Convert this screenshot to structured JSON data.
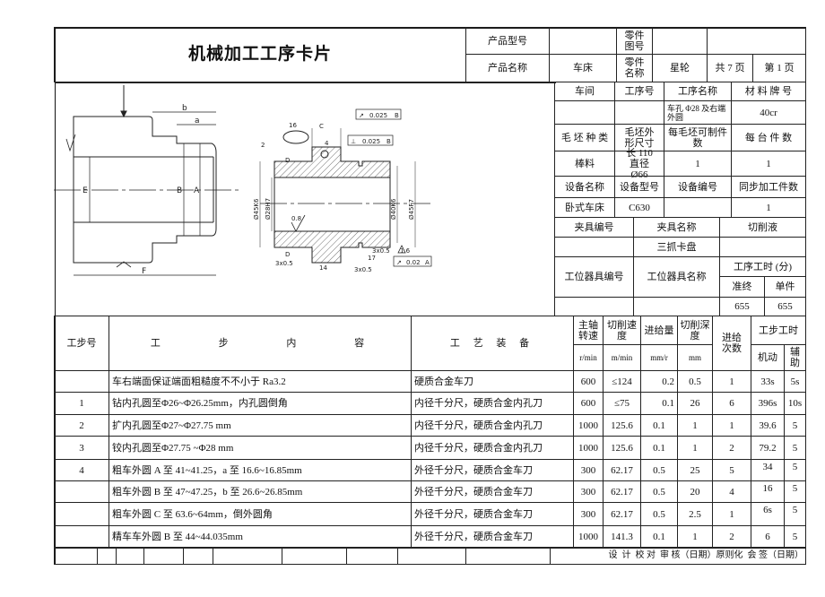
{
  "header": {
    "title": "机械加工工序卡片",
    "product_model_label": "产品型号",
    "product_model": "",
    "part_drawing_no_label": "零件图号",
    "part_drawing_no": "",
    "product_name_label": "产品名称",
    "product_name": "车床",
    "part_name_label": "零件名称",
    "part_name": "星轮",
    "total_pages": "共 7 页",
    "page": "第 1 页"
  },
  "info": {
    "workshop_label": "车间",
    "process_no_label": "工序号",
    "process_name_label": "工序名称",
    "material_label": "材 料 牌 号",
    "workshop": "",
    "process_no": "",
    "process_name": "车孔 Φ28 及右端外圆",
    "material": "40cr",
    "blank_type_label": "毛 坯 种 类",
    "blank_size_label": "毛坯外形尺寸",
    "parts_per_blank_label": "每毛坯可制件数",
    "parts_per_unit_label": "每 台 件 数",
    "blank_type": "棒料",
    "blank_size": "长 110 直径 Ø66",
    "parts_per_blank": "1",
    "parts_per_unit": "1",
    "equipment_name_label": "设备名称",
    "equipment_model_label": "设备型号",
    "equipment_no_label": "设备编号",
    "simultaneous_label": "同步加工件数",
    "equipment_name": "卧式车床",
    "equipment_model": "C630",
    "equipment_no": "",
    "simultaneous": "1",
    "fixture_no_label": "夹具编号",
    "fixture_name_label": "夹具名称",
    "coolant_label": "切削液",
    "fixture_no": "",
    "fixture_name": "三抓卡盘",
    "coolant": "",
    "station_tool_no_label": "工位器具编号",
    "station_tool_name_label": "工位器具名称",
    "process_time_label": "工序工时 (分)",
    "setup_label": "准终",
    "unit_label": "单件",
    "setup_time": "655",
    "unit_time": "655"
  },
  "steps_header": {
    "step_no": "工步号",
    "content": "工 步 内 容",
    "equipment": "工 艺 装 备",
    "spindle_speed": "主轴转速",
    "cutting_speed": "切削速度",
    "feed": "进给量",
    "depth": "切削深度",
    "passes": "进给次数",
    "step_time": "工步工时",
    "unit_speed": "r/min",
    "unit_cut": "m/min",
    "unit_feed": "mm/r",
    "unit_depth": "mm",
    "machine_time": "机动",
    "aux_time": "辅助"
  },
  "steps": [
    {
      "no": "",
      "content": "车右端面保证端面粗糙度不不小于 Ra3.2",
      "equipment": "硬质合金车刀",
      "speed": "600",
      "cut": "≤124",
      "feed": "0.2",
      "depth": "0.5",
      "passes": "1",
      "machine": "33s",
      "aux": "5s"
    },
    {
      "no": "1",
      "content": "钻内孔圆至Φ26~Φ26.25mm，内孔圆倒角",
      "equipment": "内径千分尺，硬质合金内孔刀",
      "speed": "600",
      "cut": "≤75",
      "feed": "0.1",
      "depth": "26",
      "passes": "6",
      "machine": "396s",
      "aux": "10s"
    },
    {
      "no": "2",
      "content": "扩内孔圆至Φ27~Φ27.75 mm",
      "equipment": "内径千分尺，硬质合金内孔刀",
      "speed": "1000",
      "cut": "125.6",
      "feed": "0.1",
      "depth": "1",
      "passes": "1",
      "machine": "39.6",
      "aux": "5"
    },
    {
      "no": "3",
      "content": "铰内孔圆至Φ27.75 ~Φ28 mm",
      "equipment": "内径千分尺，硬质合金内孔刀",
      "speed": "1000",
      "cut": "125.6",
      "feed": "0.1",
      "depth": "1",
      "passes": "2",
      "machine": "79.2",
      "aux": "5"
    },
    {
      "no": "4",
      "content": "粗车外圆 A 至 41~41.25，a 至 16.6~16.85mm",
      "equipment": "外径千分尺，硬质合金车刀",
      "speed": "300",
      "cut": "62.17",
      "feed": "0.5",
      "depth": "25",
      "passes": "5",
      "machine": "34",
      "aux": "5"
    },
    {
      "no": "",
      "content": "粗车外圆 B 至 47~47.25，b 至 26.6~26.85mm",
      "equipment": "外径千分尺，硬质合金车刀",
      "speed": "300",
      "cut": "62.17",
      "feed": "0.5",
      "depth": "20",
      "passes": "4",
      "machine": "16",
      "aux": "5"
    },
    {
      "no": "",
      "content": "粗车外圆 C 至 63.6~64mm，倒外圆角",
      "equipment": "外径千分尺，硬质合金车刀",
      "speed": "300",
      "cut": "62.17",
      "feed": "0.5",
      "depth": "2.5",
      "passes": "1",
      "machine": "6s",
      "aux": "5"
    },
    {
      "no": "",
      "content": "精车车外圆 B 至 44~44.035mm",
      "equipment": "外径千分尺，硬质合金车刀",
      "speed": "1000",
      "cut": "141.3",
      "feed": "0.1",
      "depth": "1",
      "passes": "2",
      "machine": "6",
      "aux": "5"
    }
  ],
  "footer": {
    "signatures": "设  计  校 对  审 核（日期）原则化  会 签（日期）"
  },
  "drawing": {
    "left_labels": {
      "b": "b",
      "a": "a",
      "E": "E",
      "B": "B",
      "A": "A",
      "F": "F"
    },
    "right_labels": {
      "w16": "16",
      "c": "C",
      "w4": "4",
      "w2": "2",
      "runout_top": "0.025",
      "runout_top_datum": "B",
      "perp": "0.025",
      "perp_datum": "B",
      "runout_bottom": "0.02",
      "runout_bottom_datum": "A",
      "d45k6": "Ø45K6",
      "d28h7": "Ø28H7",
      "d40k6": "Ø40K6",
      "d45f7": "Ø45F7",
      "ra08": "0.8",
      "ra16": "1.6",
      "d1": "D",
      "d2": "D",
      "ch1": "3x0.5",
      "ch2": "3x0.5",
      "ch3": "3x0.5",
      "w17": "17",
      "w14": "14"
    }
  }
}
